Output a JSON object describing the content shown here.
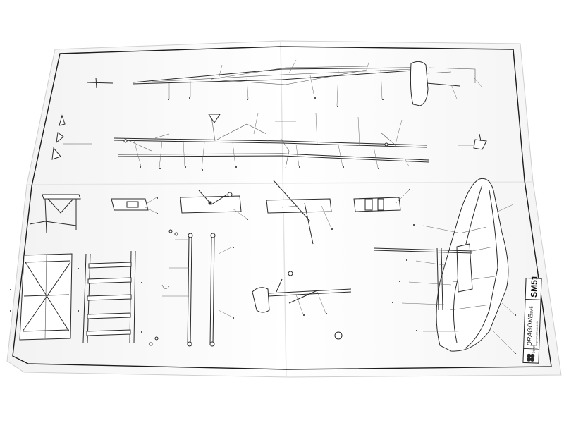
{
  "title_block": {
    "brand": "corel",
    "model_name": "DRAGONE",
    "tav_label": "tav.5",
    "subtitle": "Dragone Yacht Scale 1:20",
    "code": "SM51"
  },
  "colors": {
    "paper": "#fbfbfb",
    "paper_shadow": "#d9d9d9",
    "ink": "#2a2a2a",
    "background": "#ffffff"
  }
}
